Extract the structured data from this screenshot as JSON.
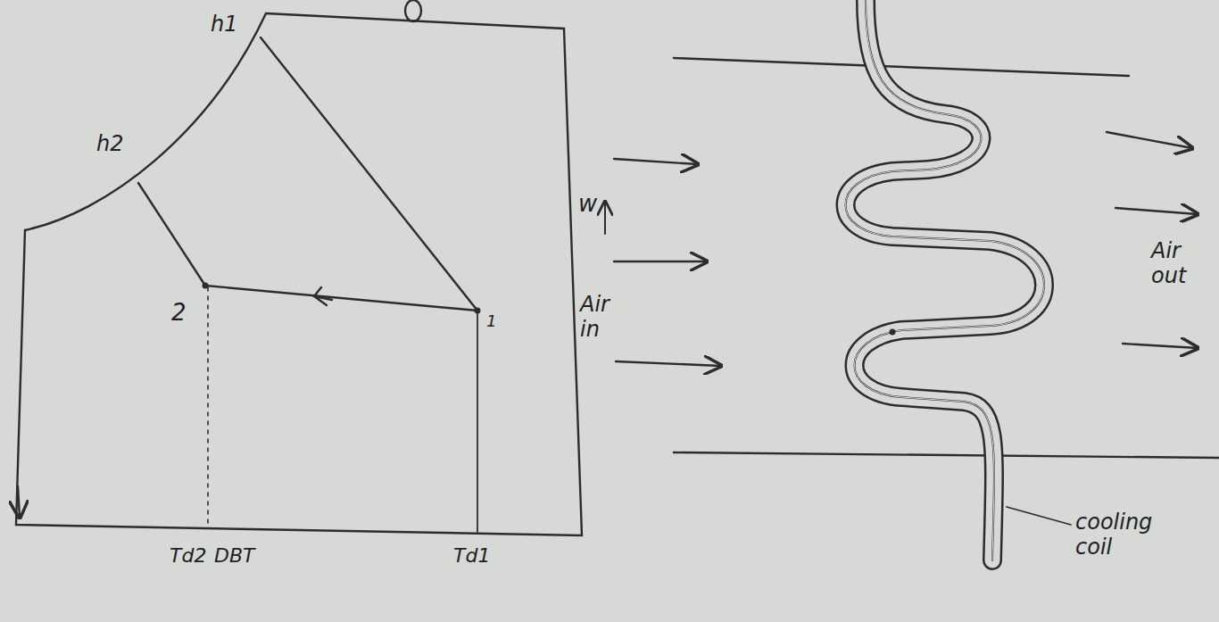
{
  "diagram": {
    "labels": [
      "h1",
      "h2",
      "2",
      "1",
      "w",
      "Air in",
      "Air out",
      "cooling coil",
      "Td2",
      "DBT",
      "Td1"
    ]
  }
}
